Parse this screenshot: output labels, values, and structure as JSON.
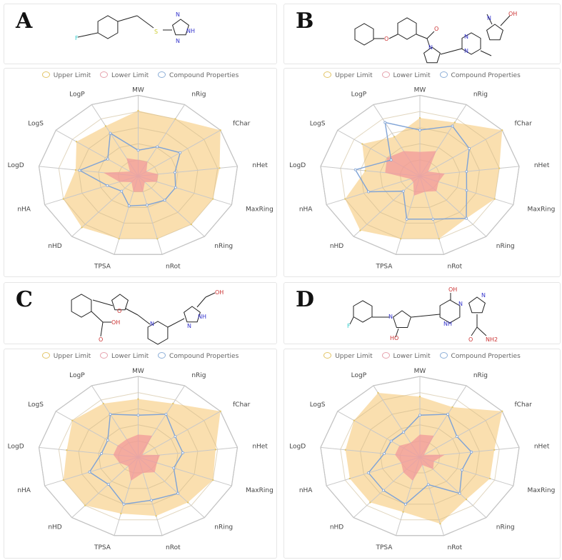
{
  "legend": {
    "upper": "Upper Limit",
    "lower": "Lower Limit",
    "compound": "Compound Properties"
  },
  "colors": {
    "upper": "#f7c97a",
    "lower": "#f29a9a",
    "compound": "#7fa3d6",
    "upper_legend": "#e3c66a",
    "lower_legend": "#e6a3ae",
    "compound_legend": "#8fb0d8",
    "grid": "#cccccc"
  },
  "panels": [
    {
      "letter": "A",
      "atoms": [
        "F",
        "S",
        "N",
        "NH",
        "N"
      ]
    },
    {
      "letter": "B",
      "atoms": [
        "O",
        "O",
        "N",
        "N",
        "N",
        "N",
        "OH"
      ]
    },
    {
      "letter": "C",
      "atoms": [
        "O",
        "OH",
        "O",
        "N",
        "NH",
        "N",
        "OH"
      ]
    },
    {
      "letter": "D",
      "atoms": [
        "F",
        "N",
        "HO",
        "OH",
        "N",
        "N",
        "NH",
        "O",
        "NH2"
      ]
    }
  ],
  "chart_data": [
    {
      "type": "radar",
      "panel": "A",
      "axes": [
        "MW",
        "nRig",
        "fChar",
        "nHet",
        "MaxRing",
        "nRing",
        "nRot",
        "TPSA",
        "nHD",
        "nHA",
        "LogD",
        "LogS",
        "LogP"
      ],
      "range": [
        0,
        1
      ],
      "rings": 5,
      "legend_position": "top",
      "series": [
        {
          "name": "Upper Limit",
          "values": [
            0.81,
            0.8,
            1.0,
            0.82,
            0.8,
            0.8,
            0.8,
            0.8,
            0.85,
            0.8,
            0.63,
            0.75,
            0.7
          ]
        },
        {
          "name": "Lower Limit",
          "values": [
            0.2,
            0.2,
            0.1,
            0.2,
            0.2,
            0.1,
            0.2,
            0.2,
            0.1,
            0.2,
            0.35,
            0.1,
            0.25
          ]
        },
        {
          "name": "Compound Properties",
          "values": [
            0.32,
            0.41,
            0.51,
            0.37,
            0.4,
            0.4,
            0.37,
            0.38,
            0.25,
            0.33,
            0.59,
            0.37,
            0.6
          ]
        }
      ]
    },
    {
      "type": "radar",
      "panel": "B",
      "axes": [
        "MW",
        "nRig",
        "fChar",
        "nHet",
        "MaxRing",
        "nRing",
        "nRot",
        "TPSA",
        "nHD",
        "nHA",
        "LogD",
        "LogS",
        "LogP"
      ],
      "range": [
        0,
        1
      ],
      "rings": 5,
      "legend_position": "top",
      "series": [
        {
          "name": "Upper Limit",
          "values": [
            0.72,
            0.75,
            1.0,
            0.8,
            0.8,
            0.7,
            0.8,
            0.8,
            0.9,
            0.8,
            0.55,
            0.7,
            0.55
          ]
        },
        {
          "name": "Lower Limit",
          "values": [
            0.3,
            0.35,
            0.1,
            0.25,
            0.2,
            0.25,
            0.2,
            0.25,
            0.1,
            0.1,
            0.35,
            0.4,
            0.35
          ]
        },
        {
          "name": "Compound Properties",
          "values": [
            0.57,
            0.7,
            0.6,
            0.47,
            0.5,
            0.7,
            0.55,
            0.55,
            0.25,
            0.55,
            0.65,
            0.35,
            0.75
          ]
        }
      ]
    },
    {
      "type": "radar",
      "panel": "C",
      "axes": [
        "MW",
        "nRig",
        "fChar",
        "nHet",
        "MaxRing",
        "nRing",
        "nRot",
        "TPSA",
        "nHD",
        "nHA",
        "LogD",
        "LogS",
        "LogP"
      ],
      "range": [
        0,
        1
      ],
      "rings": 5,
      "legend_position": "top",
      "series": [
        {
          "name": "Upper Limit",
          "values": [
            0.72,
            0.75,
            1.0,
            0.78,
            0.8,
            0.75,
            0.75,
            0.72,
            0.8,
            0.8,
            0.72,
            0.8,
            0.75
          ]
        },
        {
          "name": "Lower Limit",
          "values": [
            0.28,
            0.3,
            0.05,
            0.22,
            0.2,
            0.25,
            0.2,
            0.3,
            0.15,
            0.2,
            0.25,
            0.25,
            0.25
          ]
        },
        {
          "name": "Compound Properties",
          "values": [
            0.52,
            0.6,
            0.45,
            0.45,
            0.38,
            0.6,
            0.55,
            0.6,
            0.45,
            0.52,
            0.37,
            0.37,
            0.6
          ]
        }
      ]
    },
    {
      "type": "radar",
      "panel": "D",
      "axes": [
        "MW",
        "nRig",
        "fChar",
        "nHet",
        "MaxRing",
        "nRing",
        "nRot",
        "TPSA",
        "nHD",
        "nHA",
        "LogD",
        "LogS",
        "LogP"
      ],
      "range": [
        0,
        1
      ],
      "rings": 5,
      "legend_position": "top",
      "series": [
        {
          "name": "Upper Limit",
          "values": [
            0.75,
            0.7,
            1.0,
            0.75,
            0.75,
            0.7,
            0.85,
            0.7,
            0.75,
            0.75,
            0.75,
            0.8,
            0.9
          ]
        },
        {
          "name": "Lower Limit",
          "values": [
            0.28,
            0.3,
            0.05,
            0.25,
            0.15,
            0.2,
            0.1,
            0.3,
            0.25,
            0.2,
            0.25,
            0.25,
            0.2
          ]
        },
        {
          "name": "Compound Properties",
          "values": [
            0.52,
            0.6,
            0.45,
            0.52,
            0.45,
            0.6,
            0.35,
            0.6,
            0.55,
            0.55,
            0.36,
            0.35,
            0.35
          ]
        }
      ]
    }
  ]
}
